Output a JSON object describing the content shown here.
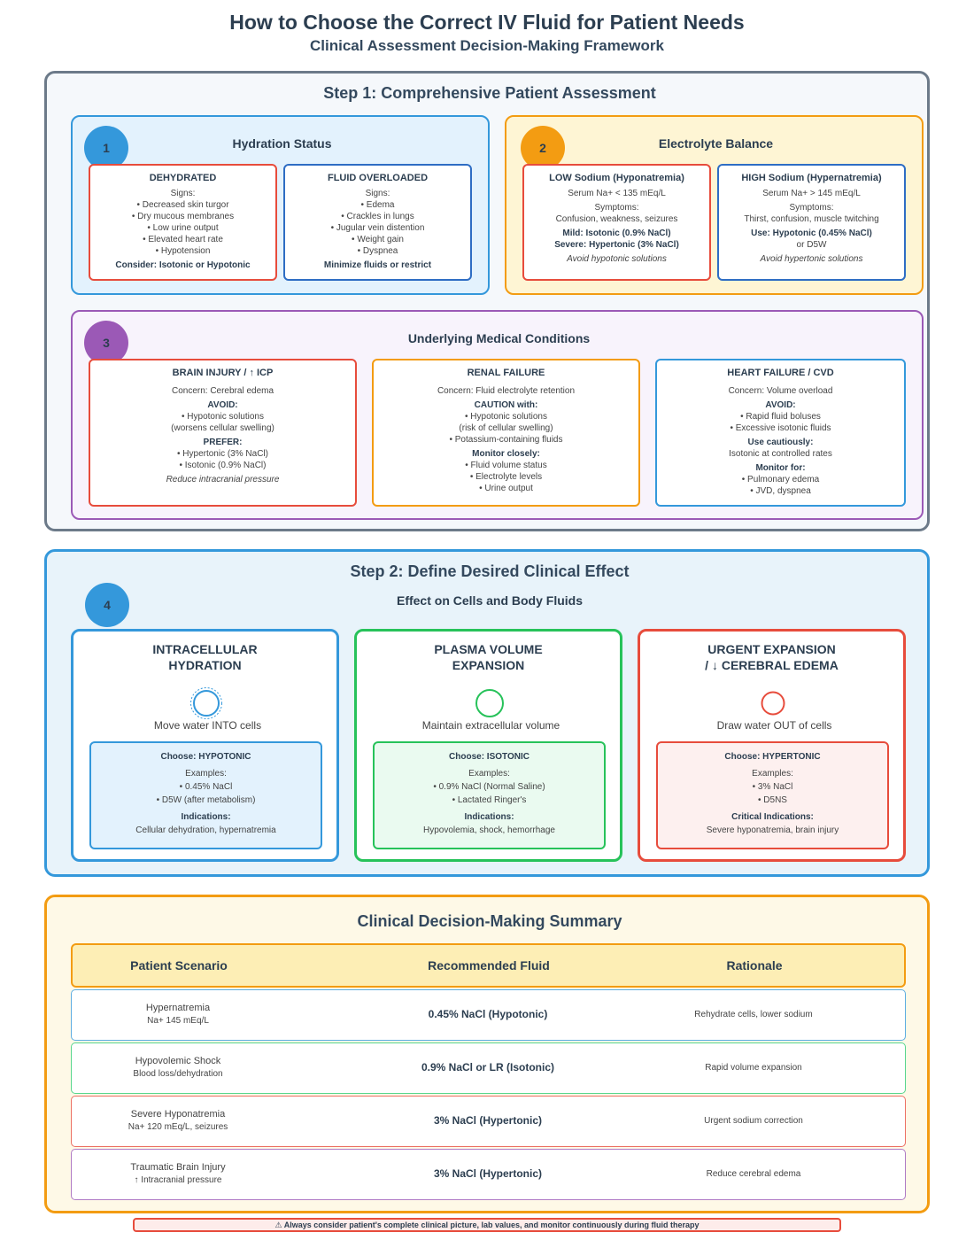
{
  "header": {
    "title": "How to Choose the Correct IV Fluid for Patient Needs",
    "subtitle": "Clinical Assessment Decision-Making Framework"
  },
  "step1": {
    "title": "Step 1: Comprehensive Patient Assessment",
    "hydration": {
      "badge": "1",
      "title": "Hydration Status",
      "dehydrated": {
        "title": "DEHYDRATED",
        "signs_label": "Signs:",
        "signs": [
          "• Decreased skin turgor",
          "• Dry mucous membranes",
          "• Low urine output",
          "• Elevated heart rate",
          "• Hypotension"
        ],
        "consider": "Consider: Isotonic or Hypotonic"
      },
      "overloaded": {
        "title": "FLUID OVERLOADED",
        "signs_label": "Signs:",
        "signs": [
          "• Edema",
          "• Crackles in lungs",
          "• Jugular vein distention",
          "• Weight gain",
          "• Dyspnea"
        ],
        "consider": "Minimize fluids or restrict"
      }
    },
    "electrolyte": {
      "badge": "2",
      "title": "Electrolyte Balance",
      "low": {
        "title": "LOW Sodium (Hyponatremia)",
        "serum": "Serum Na+ < 135 mEq/L",
        "symptoms_label": "Symptoms:",
        "symptoms": "Confusion, weakness, seizures",
        "mild": "Mild: Isotonic (0.9% NaCl)",
        "severe": "Severe: Hypertonic (3% NaCl)",
        "avoid": "Avoid hypotonic solutions"
      },
      "high": {
        "title": "HIGH Sodium (Hypernatremia)",
        "serum": "Serum Na+ > 145 mEq/L",
        "symptoms_label": "Symptoms:",
        "symptoms": "Thirst, confusion, muscle twitching",
        "use": "Use: Hypotonic (0.45% NaCl)",
        "alt": "or D5W",
        "avoid": "Avoid hypertonic solutions"
      }
    },
    "conditions": {
      "badge": "3",
      "title": "Underlying Medical Conditions",
      "brain": {
        "title": "BRAIN INJURY / ↑ ICP",
        "concern": "Concern: Cerebral edema",
        "avoid_label": "AVOID:",
        "avoid": [
          "• Hypotonic solutions",
          "(worsens cellular swelling)"
        ],
        "prefer_label": "PREFER:",
        "prefer": [
          "• Hypertonic (3% NaCl)",
          "• Isotonic (0.9% NaCl)"
        ],
        "note": "Reduce intracranial pressure"
      },
      "renal": {
        "title": "RENAL FAILURE",
        "concern": "Concern: Fluid electrolyte retention",
        "caution_label": "CAUTION with:",
        "caution": [
          "• Hypotonic solutions",
          "(risk of cellular swelling)",
          "• Potassium-containing fluids"
        ],
        "monitor_label": "Monitor closely:",
        "monitor": [
          "• Fluid volume status",
          "• Electrolyte levels",
          "• Urine output"
        ]
      },
      "heart": {
        "title": "HEART FAILURE / CVD",
        "concern": "Concern: Volume overload",
        "avoid_label": "AVOID:",
        "avoid": [
          "• Rapid fluid boluses",
          "• Excessive isotonic fluids"
        ],
        "caution_label": "Use cautiously:",
        "caution": "Isotonic at controlled rates",
        "monitor_label": "Monitor for:",
        "monitor": [
          "• Pulmonary edema",
          "• JVD, dyspnea"
        ]
      }
    }
  },
  "step2": {
    "title": "Step 2: Define Desired Clinical Effect",
    "badge": "4",
    "subtitle": "Effect on Cells and Body Fluids",
    "cards": [
      {
        "title1": "INTRACELLULAR",
        "title2": "HYDRATION",
        "desc": "Move water INTO cells",
        "choose": "Choose: HYPOTONIC",
        "examples_label": "Examples:",
        "examples": [
          "• 0.45% NaCl",
          "• D5W (after metabolism)"
        ],
        "ind_label": "Indications:",
        "ind": "Cellular dehydration, hypernatremia",
        "color": "#3498db"
      },
      {
        "title1": "PLASMA VOLUME",
        "title2": "EXPANSION",
        "desc": "Maintain extracellular volume",
        "choose": "Choose: ISOTONIC",
        "examples_label": "Examples:",
        "examples": [
          "• 0.9% NaCl (Normal Saline)",
          "• Lactated Ringer's"
        ],
        "ind_label": "Indications:",
        "ind": "Hypovolemia, shock, hemorrhage",
        "color": "#27c25a"
      },
      {
        "title1": "URGENT EXPANSION",
        "title2": "/ ↓ CEREBRAL EDEMA",
        "desc": "Draw water OUT of cells",
        "choose": "Choose: HYPERTONIC",
        "examples_label": "Examples:",
        "examples": [
          "• 3% NaCl",
          "• D5NS"
        ],
        "ind_label": "Critical Indications:",
        "ind": "Severe hyponatremia, brain injury",
        "color": "#e74c3c"
      }
    ]
  },
  "summary": {
    "title": "Clinical Decision-Making Summary",
    "headers": [
      "Patient Scenario",
      "Recommended Fluid",
      "Rationale"
    ],
    "rows": [
      {
        "scenario": "Hypernatremia",
        "detail": "Na+ 145 mEq/L",
        "fluid": "0.45% NaCl (Hypotonic)",
        "rationale": "Rehydrate cells, lower sodium",
        "color": "#5dade2"
      },
      {
        "scenario": "Hypovolemic Shock",
        "detail": "Blood loss/dehydration",
        "fluid": "0.9% NaCl or LR (Isotonic)",
        "rationale": "Rapid volume expansion",
        "color": "#58d68d"
      },
      {
        "scenario": "Severe Hyponatremia",
        "detail": "Na+ 120 mEq/L, seizures",
        "fluid": "3% NaCl (Hypertonic)",
        "rationale": "Urgent sodium correction",
        "color": "#ec7063"
      },
      {
        "scenario": "Traumatic Brain Injury",
        "detail": "↑ Intracranial pressure",
        "fluid": "3% NaCl (Hypertonic)",
        "rationale": "Reduce cerebral edema",
        "color": "#af7ac5"
      }
    ]
  },
  "footer": "⚠ Always consider patient's complete clinical picture, lab values, and monitor continuously during fluid therapy"
}
